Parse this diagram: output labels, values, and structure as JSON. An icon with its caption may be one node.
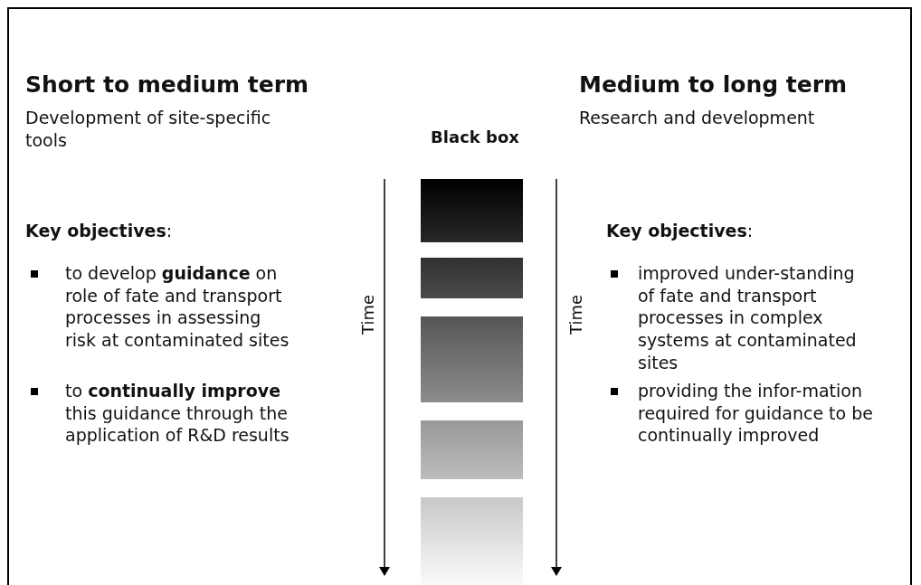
{
  "diagram": {
    "labels": [
      "Short to medium term",
      "Development of site-specific tools",
      "**Key objectives**:",
      "to develop **guidance** on role of fate and transport processes in assessing risk at contaminated sites",
      "to **continually improve** this guidance through the application of R&D results",
      "Black box",
      "Time",
      "Time",
      "Medium to long term",
      "Research and development",
      "**Key objectives**:",
      "improved under-standing of fate and transport processes in complex systems at contaminated sites",
      "providing the infor-mation required for guidance to be continually improved"
    ]
  }
}
